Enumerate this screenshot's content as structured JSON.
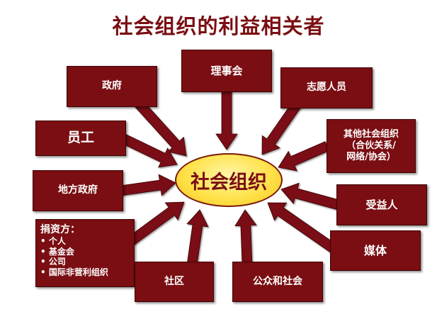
{
  "title": "社会组织的利益相关者",
  "center_label": "社会组织",
  "nodes": {
    "government": "政府",
    "board": "理事会",
    "volunteers": "志愿人员",
    "staff": "员工",
    "other_orgs": [
      "其他社会组织",
      "（合伙关系/",
      "网络/协会）"
    ],
    "local_government": "地方政府",
    "beneficiaries": "受益人",
    "funders": {
      "title": "捐资方：",
      "items": [
        "• 个人",
        "• 基金会",
        "• 公司",
        "• 国际非营利组织"
      ]
    },
    "media": "媒体",
    "community": "社区",
    "public_society": "公众和社会"
  },
  "colors": {
    "box_fill": "#7a0e12",
    "box_text": "#ffffff",
    "center_fill": "#ffe24a",
    "title_text": "#7a0e12"
  }
}
